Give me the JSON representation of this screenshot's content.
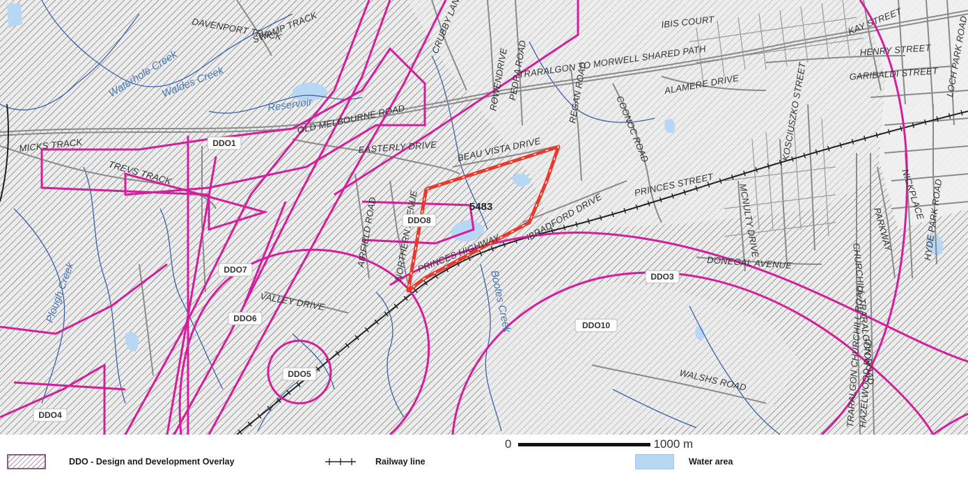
{
  "map": {
    "roads": [
      "DAVENPORT TRACK",
      "SWAMP TRACK",
      "OLD MELBOURNE ROAD",
      "MICKS TRACK",
      "TREVS TRACK",
      "EASTERLY DRIVE",
      "AIRFIELD ROAD",
      "NORTHERN AVENUE",
      "PRINCES HIGHWAY",
      "VALLEY DRIVE",
      "BEAU VISTA DRIVE",
      "REGAN ROAD",
      "BRADFORD DRIVE",
      "PEDRA ROAD",
      "ROWENDRIVE",
      "CRUBBY LANE",
      "TRARALGON TO MORWELL SHARED PATH",
      "IBIS COURT",
      "ALAMERE DRIVE",
      "COONOC ROAD",
      "PRINCES STREET",
      "KOSCIUSZKO STREET",
      "KAY STREET",
      "HENRY STREET",
      "GARIBALDI STREET",
      "LOCH PARK ROAD",
      "HYDE PARK ROAD",
      "NICKPLACE",
      "PARKWAY",
      "DONEGAL AVENUE",
      "MCNULTY DRIVE",
      "TRARALGON CHURCHILL ROAD",
      "CHURCHILL TRARALGON ROAD",
      "HAZELWOOD ROAD",
      "WALSHS ROAD"
    ],
    "waterways": [
      "Waterhole Creek",
      "Waldes Creek",
      "Reservoir",
      "Plough Creek",
      "Bootes Creek"
    ],
    "overlays": [
      "DDO1",
      "DDO3",
      "DDO4",
      "DDO5",
      "DDO6",
      "DDO7",
      "DDO8",
      "DDO10"
    ],
    "site_label": "5483",
    "colors": {
      "overlay_line": "#d21f9b",
      "site_boundary": "#e8392c",
      "water": "#b8d7f3",
      "creek": "#3a62a8",
      "road": "#8a8a8a",
      "railway": "#222222",
      "hatch": "#555555"
    }
  },
  "scale": {
    "start": "0",
    "end": "1000 m"
  },
  "legend": {
    "ddo_label": "DDO - Design and Development Overlay",
    "railway_label": "Railway line",
    "water_label": "Water area"
  }
}
